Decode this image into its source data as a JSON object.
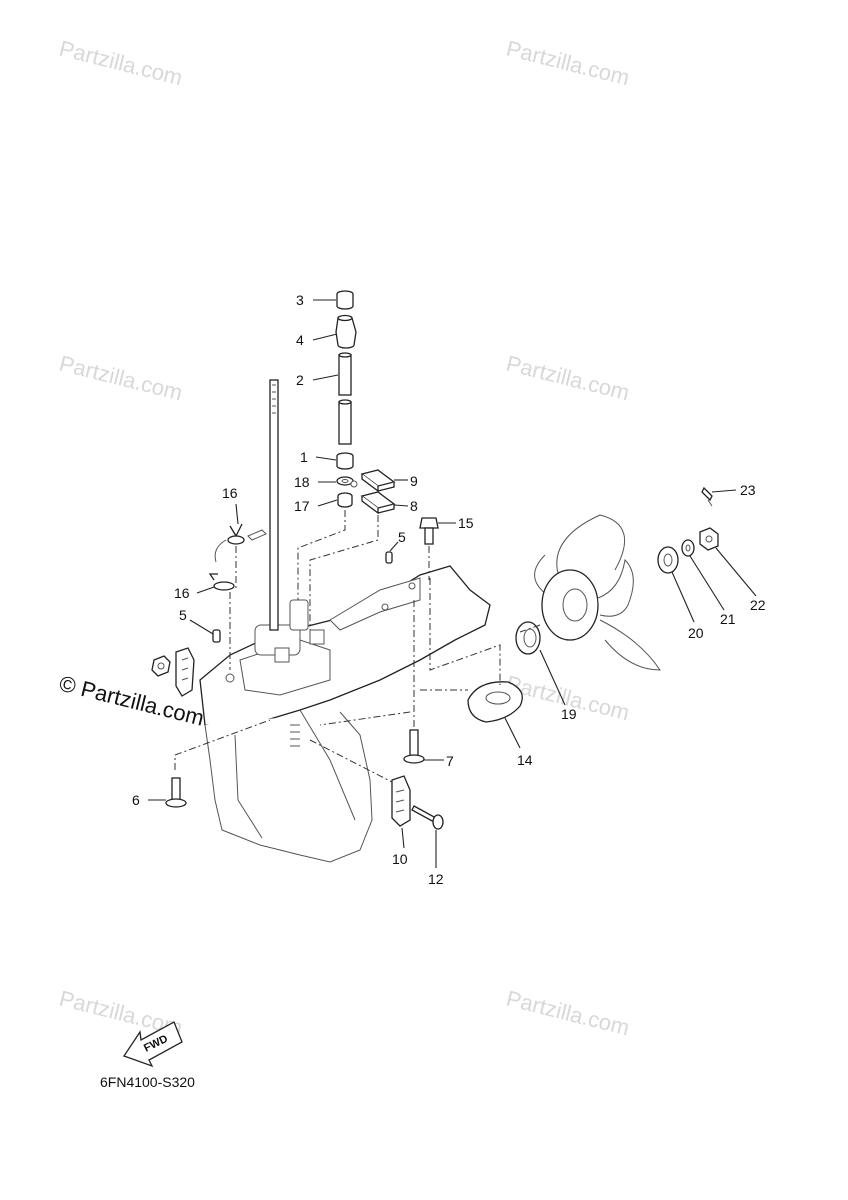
{
  "watermark": {
    "symbol": "©",
    "text": "Partzilla.com",
    "bold_text": "© Partzilla.com"
  },
  "diagram_code": "6FN4100-S320",
  "fwd_label": "FWD",
  "callouts": [
    "3",
    "4",
    "2",
    "1",
    "18",
    "17",
    "9",
    "8",
    "16",
    "16",
    "5",
    "5",
    "15",
    "23",
    "22",
    "21",
    "20",
    "19",
    "14",
    "7",
    "6",
    "10",
    "12"
  ]
}
